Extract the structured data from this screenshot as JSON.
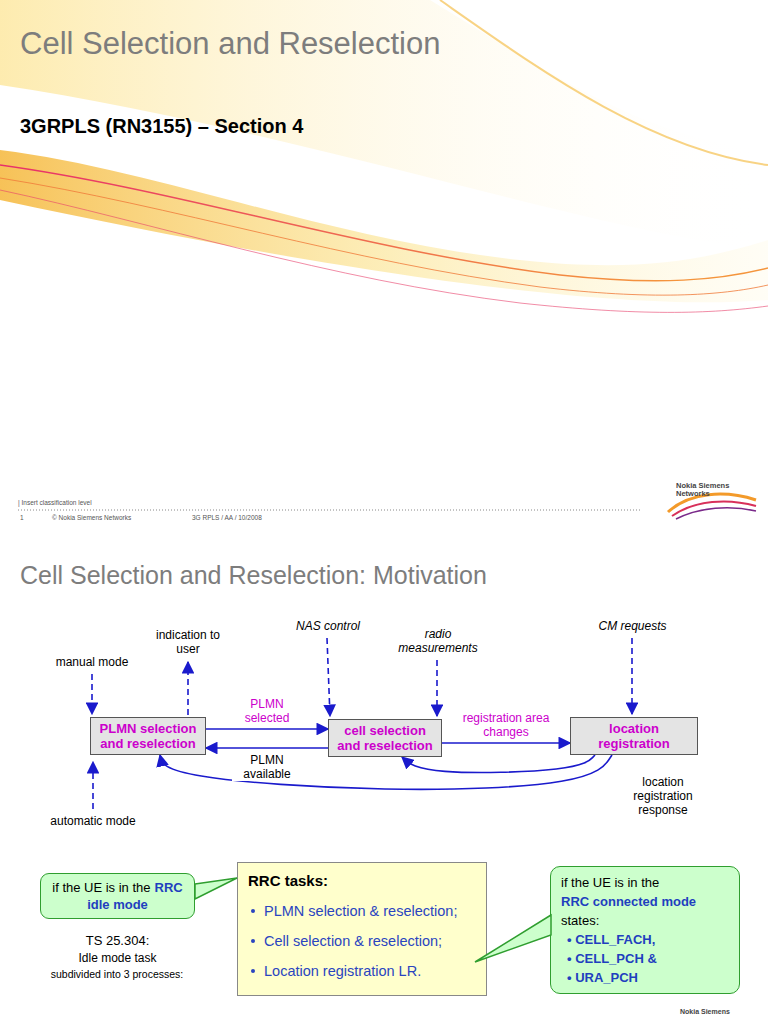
{
  "diagram": {
    "title": "Cell Selection and Reselection",
    "nodes": [
      {
        "text": [
          "PLMN selection and reselection"
        ]
      },
      {
        "text": [
          "cell selection and reselection"
        ]
      },
      {
        "text": [
          "location registration"
        ]
      },
      {
        "text": [
          "if the UE is in the",
          "RRC idle mode"
        ]
      },
      {
        "text": [
          "RRC tasks:",
          "PLMN selection & reselection;",
          "Cell selection & reselection;",
          "Location registration LR."
        ]
      },
      {
        "text": [
          "if the UE is in the",
          "RRC connected mode",
          "states:",
          "• CELL_FACH,",
          "• CELL_PCH &",
          "• URA_PCH"
        ]
      }
    ],
    "edges": [
      {
        "from": 0,
        "to": 1,
        "arrow": "to",
        "label": "PLMN selected"
      },
      {
        "from": 1,
        "to": 0,
        "arrow": "to",
        "label": "PLMN available"
      },
      {
        "from": 1,
        "to": 2,
        "arrow": "to",
        "label": "registration area changes"
      },
      {
        "from": 2,
        "to": 0,
        "arrow": "to",
        "label": "location registration response"
      },
      {
        "from": 2,
        "to": 1,
        "arrow": "to"
      }
    ],
    "labels": [
      "3GRPLS (RN3155) – Section 4",
      "| Insert classification level",
      "1",
      "© Nokia Siemens Networks",
      "3G RPLS / AA / 10/2008",
      "Nokia Siemens Networks",
      "Cell Selection and Reselection: Motivation",
      "indication to user",
      "NAS control",
      "radio measurements",
      "CM requests",
      "manual mode",
      "automatic mode",
      "TS 25.304:",
      "Idle mode task",
      "subdivided into 3 processes:",
      "Nokia Siemens"
    ]
  }
}
